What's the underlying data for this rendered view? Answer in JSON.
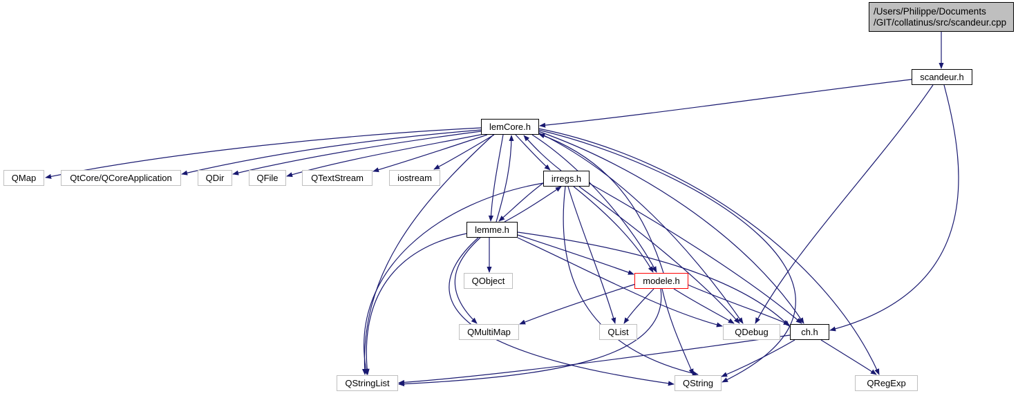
{
  "diagram": {
    "type": "include-dependency-graph",
    "edge_color": "#191970",
    "colors": {
      "internal_border": "#000000",
      "external_border": "#bfbfbf",
      "root_fill": "#bfbfbf",
      "incomplete_border": "#ff0000"
    },
    "nodes": [
      {
        "id": "scandeur_cpp",
        "kind": "root",
        "lines": [
          "/Users/Philippe/Documents",
          "/GIT/collatinus/src/scandeur.cpp"
        ]
      },
      {
        "id": "scandeur_h",
        "kind": "internal",
        "label": "scandeur.h"
      },
      {
        "id": "lemCore_h",
        "kind": "internal",
        "label": "lemCore.h"
      },
      {
        "id": "QMap",
        "kind": "external",
        "label": "QMap"
      },
      {
        "id": "QCoreApplication",
        "kind": "external",
        "label": "QtCore/QCoreApplication"
      },
      {
        "id": "QDir",
        "kind": "external",
        "label": "QDir"
      },
      {
        "id": "QFile",
        "kind": "external",
        "label": "QFile"
      },
      {
        "id": "QTextStream",
        "kind": "external",
        "label": "QTextStream"
      },
      {
        "id": "iostream",
        "kind": "external",
        "label": "iostream"
      },
      {
        "id": "irregs_h",
        "kind": "internal",
        "label": "irregs.h"
      },
      {
        "id": "lemme_h",
        "kind": "internal",
        "label": "lemme.h"
      },
      {
        "id": "QObject",
        "kind": "external",
        "label": "QObject"
      },
      {
        "id": "modele_h",
        "kind": "incomplete",
        "label": "modele.h"
      },
      {
        "id": "QMultiMap",
        "kind": "external",
        "label": "QMultiMap"
      },
      {
        "id": "QList",
        "kind": "external",
        "label": "QList"
      },
      {
        "id": "QDebug",
        "kind": "external",
        "label": "QDebug"
      },
      {
        "id": "ch_h",
        "kind": "internal",
        "label": "ch.h"
      },
      {
        "id": "QStringList",
        "kind": "external",
        "label": "QStringList"
      },
      {
        "id": "QString",
        "kind": "external",
        "label": "QString"
      },
      {
        "id": "QRegExp",
        "kind": "external",
        "label": "QRegExp"
      }
    ],
    "edges": [
      [
        "scandeur_cpp",
        "scandeur_h"
      ],
      [
        "scandeur_h",
        "lemCore_h"
      ],
      [
        "scandeur_h",
        "QDebug"
      ],
      [
        "scandeur_h",
        "ch_h"
      ],
      [
        "lemCore_h",
        "QMap"
      ],
      [
        "lemCore_h",
        "QCoreApplication"
      ],
      [
        "lemCore_h",
        "QDir"
      ],
      [
        "lemCore_h",
        "QFile"
      ],
      [
        "lemCore_h",
        "QTextStream"
      ],
      [
        "lemCore_h",
        "iostream"
      ],
      [
        "lemCore_h",
        "irregs_h"
      ],
      [
        "lemCore_h",
        "lemme_h"
      ],
      [
        "lemCore_h",
        "modele_h"
      ],
      [
        "lemCore_h",
        "QStringList"
      ],
      [
        "lemCore_h",
        "QDebug"
      ],
      [
        "lemCore_h",
        "ch_h"
      ],
      [
        "lemCore_h",
        "QString"
      ],
      [
        "lemCore_h",
        "QRegExp"
      ],
      [
        "irregs_h",
        "lemCore_h"
      ],
      [
        "irregs_h",
        "lemme_h"
      ],
      [
        "irregs_h",
        "modele_h"
      ],
      [
        "irregs_h",
        "QList"
      ],
      [
        "irregs_h",
        "QString"
      ],
      [
        "irregs_h",
        "QStringList"
      ],
      [
        "irregs_h",
        "QDebug"
      ],
      [
        "irregs_h",
        "ch_h"
      ],
      [
        "lemme_h",
        "lemCore_h"
      ],
      [
        "lemme_h",
        "irregs_h"
      ],
      [
        "lemme_h",
        "modele_h"
      ],
      [
        "lemme_h",
        "QObject"
      ],
      [
        "lemme_h",
        "QMultiMap"
      ],
      [
        "lemme_h",
        "QStringList"
      ],
      [
        "lemme_h",
        "QString"
      ],
      [
        "lemme_h",
        "QDebug"
      ],
      [
        "lemme_h",
        "ch_h"
      ],
      [
        "modele_h",
        "lemCore_h"
      ],
      [
        "modele_h",
        "QMultiMap"
      ],
      [
        "modele_h",
        "QList"
      ],
      [
        "modele_h",
        "QString"
      ],
      [
        "modele_h",
        "QStringList"
      ],
      [
        "modele_h",
        "QDebug"
      ],
      [
        "modele_h",
        "ch_h"
      ],
      [
        "ch_h",
        "QStringList"
      ],
      [
        "ch_h",
        "QString"
      ],
      [
        "ch_h",
        "QRegExp"
      ]
    ]
  }
}
